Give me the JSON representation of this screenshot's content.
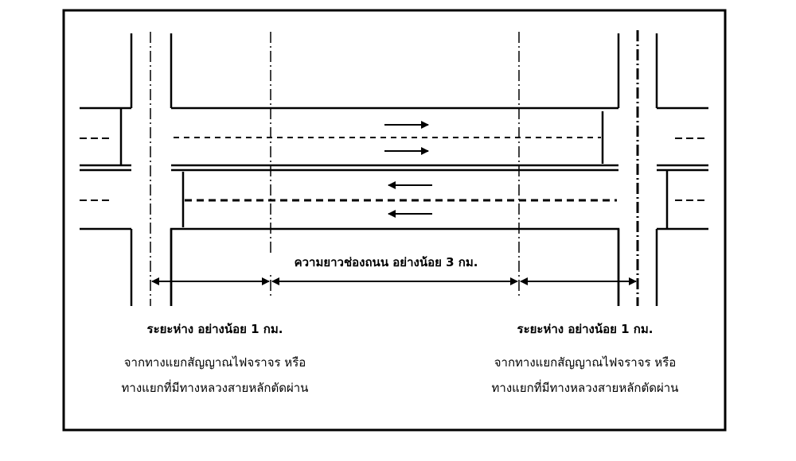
{
  "diagram": {
    "segment_length_label": "ความยาวช่องถนน อย่างน้อย 3 กม.",
    "left_note": {
      "title": "ระยะห่าง อย่างน้อย 1 กม.",
      "line1": "จากทางแยกสัญญาณไฟจราจร หรือ",
      "line2": "ทางแยกที่มีทางหลวงสายหลักตัดผ่าน"
    },
    "right_note": {
      "title": "ระยะห่าง อย่างน้อย 1 กม.",
      "line1": "จากทางแยกสัญญาณไฟจราจร หรือ",
      "line2": "ทางแยกที่มีทางหลวงสายหลักตัดผ่าน"
    },
    "colors": {
      "line": "#000000",
      "background": "#ffffff"
    }
  }
}
